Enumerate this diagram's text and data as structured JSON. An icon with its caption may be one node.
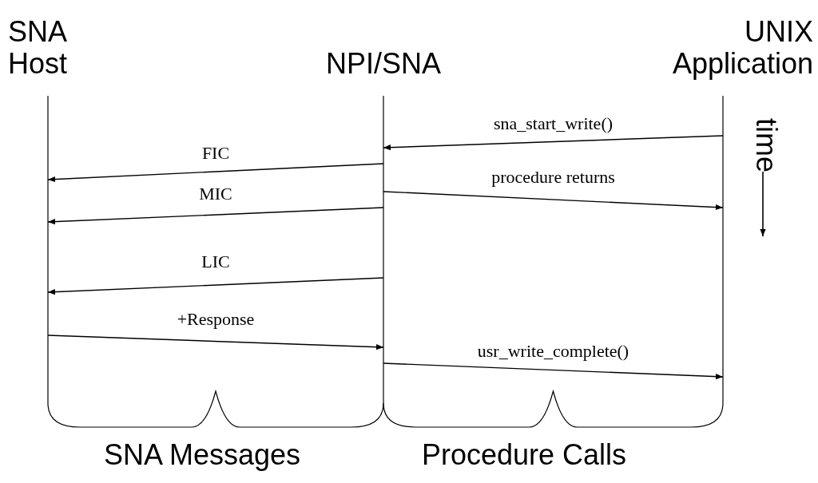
{
  "diagram": {
    "nodes": [
      {
        "text": [
          "SNA Host"
        ]
      },
      {
        "text": [
          "NPI/SNA"
        ]
      },
      {
        "text": [
          "UNIX Application"
        ]
      }
    ],
    "edges": [
      {
        "from": 2,
        "to": 1,
        "arrow": "to",
        "label": "sna_start_write()"
      },
      {
        "from": 1,
        "to": 0,
        "arrow": "to",
        "label": "FIC"
      },
      {
        "from": 1,
        "to": 2,
        "arrow": "to",
        "label": "procedure returns"
      },
      {
        "from": 1,
        "to": 0,
        "arrow": "to",
        "label": "MIC"
      },
      {
        "from": 1,
        "to": 0,
        "arrow": "to",
        "label": "LIC"
      },
      {
        "from": 0,
        "to": 1,
        "arrow": "to",
        "label": "+Response"
      },
      {
        "from": 1,
        "to": 2,
        "arrow": "to",
        "label": "usr_write_complete()"
      }
    ],
    "labels": [
      "time",
      "SNA Messages",
      "Procedure Calls"
    ]
  }
}
